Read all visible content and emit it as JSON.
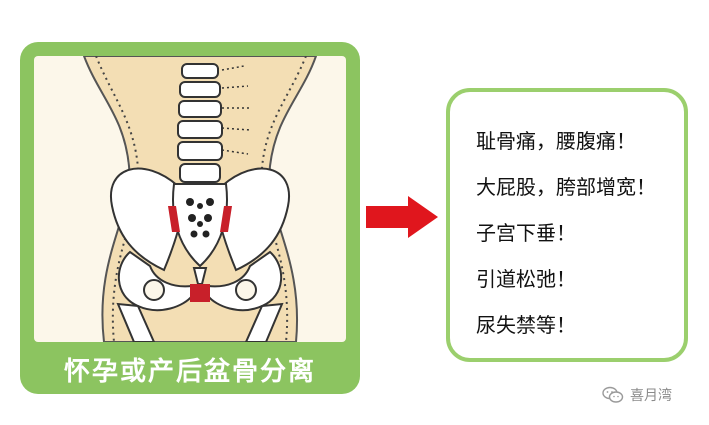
{
  "left_panel": {
    "caption": "怀孕或产后盆骨分离"
  },
  "right_panel": {
    "symptoms": [
      "耻骨痛，腰腹痛！",
      "大屁股，胯部增宽！",
      "子宫下垂！",
      "引道松弛！",
      "尿失禁等！"
    ]
  },
  "watermark": {
    "text": "喜月湾",
    "icon": "wechat-icon"
  },
  "colors": {
    "card_green": "#8cc460",
    "border_green": "#9bcf6d",
    "arrow_red": "#e0161d",
    "skin": "#f3deb4",
    "pelvis_gap": "#c8202a"
  }
}
